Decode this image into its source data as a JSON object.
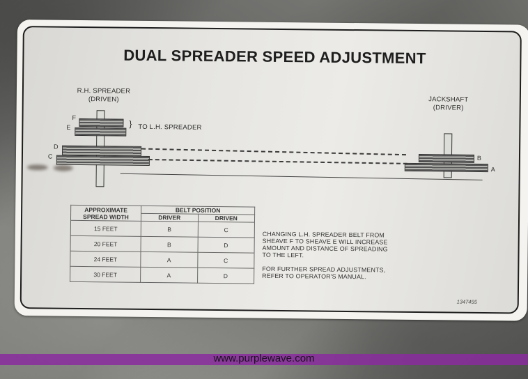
{
  "decal": {
    "title": "DUAL SPREADER SPEED ADJUSTMENT",
    "diagram": {
      "rh_spreader_label": "R.H. SPREADER",
      "rh_spreader_sub": "(DRIVEN)",
      "jackshaft_label": "JACKSHAFT",
      "jackshaft_sub": "(DRIVER)",
      "to_lh_spreader": "TO L.H. SPREADER",
      "brace": "}",
      "sheave_letters": {
        "a": "A",
        "b": "B",
        "c": "C",
        "d": "D",
        "e": "E",
        "f": "F"
      }
    },
    "table": {
      "header_col1_line1": "APPROXIMATE",
      "header_col1_line2": "SPREAD WIDTH",
      "header_group": "BELT POSITION",
      "header_driver": "DRIVER",
      "header_driven": "DRIVEN",
      "rows": [
        {
          "width": "15 FEET",
          "driver": "B",
          "driven": "C"
        },
        {
          "width": "20 FEET",
          "driver": "B",
          "driven": "D"
        },
        {
          "width": "24 FEET",
          "driver": "A",
          "driven": "C"
        },
        {
          "width": "30 FEET",
          "driver": "A",
          "driven": "D"
        }
      ]
    },
    "notes": {
      "note1_line1": "CHANGING L.H. SPREADER BELT FROM",
      "note1_line2": "SHEAVE F TO SHEAVE E WILL INCREASE",
      "note1_line3": "AMOUNT AND DISTANCE OF SPREADING",
      "note1_line4": "TO THE LEFT.",
      "note2_line1": "FOR FURTHER SPREAD ADJUSTMENTS,",
      "note2_line2": "REFER TO OPERATOR'S MANUAL."
    },
    "part_number": "1347455"
  },
  "watermark": {
    "text": "www.purplewave.com",
    "color": "#8a2c9d"
  }
}
